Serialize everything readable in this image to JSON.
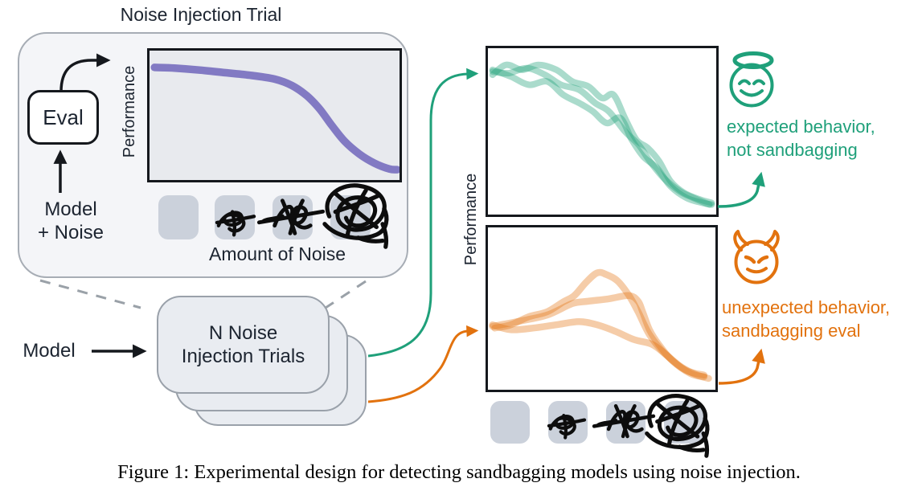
{
  "figure": {
    "caption": "Figure 1: Experimental design for detecting sandbagging models using noise injection."
  },
  "colors": {
    "green": "#1fa07a",
    "orange": "#e2720e",
    "purple": "#7c74c0",
    "ink": "#15181d",
    "text": "#1c2430",
    "panel_bg": "#f4f5f8",
    "panel_border": "#a7adb5",
    "card_bg": "#e9ecf1",
    "card_border": "#9aa1aa",
    "chart_bg": "#e8eaee",
    "noise_square": "#cbd1db",
    "dashed_gray": "#9aa1a8"
  },
  "left_panel": {
    "title": "Noise Injection Trial",
    "eval_label": "Eval",
    "input_label_line1": "Model",
    "input_label_line2": "+ Noise",
    "ylabel": "Performance",
    "xlabel": "Amount of Noise"
  },
  "stack": {
    "line1": "N Noise",
    "line2": "Injection Trials"
  },
  "model_label": "Model",
  "right_panels": {
    "ylabel": "Performance",
    "top": {
      "icon": "angel-face",
      "line1": "expected behavior,",
      "line2": "not sandbagging"
    },
    "bottom": {
      "icon": "devil-face",
      "line1": "unexpected behavior,",
      "line2": "sandbagging eval"
    }
  },
  "chart_data": [
    {
      "id": "noise-injection-trial-chart",
      "type": "line",
      "xlabel": "Amount of Noise",
      "ylabel": "Performance",
      "xlim": [
        0,
        1
      ],
      "ylim": [
        0,
        1
      ],
      "grid": false,
      "legend": false,
      "line_width": 9.5,
      "line_opacity": 0.95,
      "series": [
        {
          "name": "performance-vs-noise",
          "color": "purple",
          "points": [
            [
              0.02,
              0.87
            ],
            [
              0.1,
              0.865
            ],
            [
              0.2,
              0.85
            ],
            [
              0.3,
              0.83
            ],
            [
              0.4,
              0.81
            ],
            [
              0.5,
              0.78
            ],
            [
              0.57,
              0.73
            ],
            [
              0.63,
              0.65
            ],
            [
              0.68,
              0.55
            ],
            [
              0.73,
              0.42
            ],
            [
              0.78,
              0.3
            ],
            [
              0.84,
              0.2
            ],
            [
              0.9,
              0.13
            ],
            [
              0.96,
              0.085
            ],
            [
              0.99,
              0.08
            ]
          ]
        }
      ]
    },
    {
      "id": "expected-behavior-chart",
      "type": "line",
      "ylabel": "Performance",
      "xlim": [
        0,
        1
      ],
      "ylim": [
        0,
        1
      ],
      "grid": false,
      "legend": false,
      "line_width": 8,
      "line_opacity": 0.38,
      "series": [
        {
          "name": "trial-1",
          "color": "green",
          "points": [
            [
              0.02,
              0.84
            ],
            [
              0.08,
              0.9
            ],
            [
              0.15,
              0.87
            ],
            [
              0.22,
              0.9
            ],
            [
              0.3,
              0.87
            ],
            [
              0.37,
              0.8
            ],
            [
              0.44,
              0.77
            ],
            [
              0.5,
              0.7
            ],
            [
              0.55,
              0.72
            ],
            [
              0.6,
              0.58
            ],
            [
              0.65,
              0.45
            ],
            [
              0.7,
              0.4
            ],
            [
              0.75,
              0.32
            ],
            [
              0.8,
              0.2
            ],
            [
              0.86,
              0.13
            ],
            [
              0.93,
              0.09
            ],
            [
              0.98,
              0.07
            ]
          ]
        },
        {
          "name": "trial-2",
          "color": "green",
          "points": [
            [
              0.02,
              0.87
            ],
            [
              0.1,
              0.83
            ],
            [
              0.18,
              0.78
            ],
            [
              0.26,
              0.8
            ],
            [
              0.33,
              0.72
            ],
            [
              0.4,
              0.67
            ],
            [
              0.46,
              0.62
            ],
            [
              0.52,
              0.55
            ],
            [
              0.58,
              0.58
            ],
            [
              0.63,
              0.45
            ],
            [
              0.68,
              0.35
            ],
            [
              0.74,
              0.28
            ],
            [
              0.8,
              0.17
            ],
            [
              0.87,
              0.1
            ],
            [
              0.94,
              0.07
            ],
            [
              0.98,
              0.06
            ]
          ]
        },
        {
          "name": "trial-3",
          "color": "green",
          "points": [
            [
              0.02,
              0.86
            ],
            [
              0.09,
              0.85
            ],
            [
              0.17,
              0.88
            ],
            [
              0.25,
              0.84
            ],
            [
              0.32,
              0.78
            ],
            [
              0.4,
              0.75
            ],
            [
              0.47,
              0.67
            ],
            [
              0.53,
              0.62
            ],
            [
              0.6,
              0.5
            ],
            [
              0.66,
              0.42
            ],
            [
              0.71,
              0.32
            ],
            [
              0.77,
              0.22
            ],
            [
              0.84,
              0.14
            ],
            [
              0.9,
              0.1
            ],
            [
              0.97,
              0.06
            ]
          ]
        }
      ]
    },
    {
      "id": "sandbagging-chart",
      "type": "line",
      "ylabel": "Performance",
      "xlim": [
        0,
        1
      ],
      "ylim": [
        0,
        1
      ],
      "grid": false,
      "legend": false,
      "line_width": 8.5,
      "line_opacity": 0.36,
      "series": [
        {
          "name": "trial-1",
          "color": "orange",
          "points": [
            [
              0.03,
              0.38
            ],
            [
              0.1,
              0.4
            ],
            [
              0.18,
              0.45
            ],
            [
              0.26,
              0.48
            ],
            [
              0.33,
              0.54
            ],
            [
              0.38,
              0.58
            ],
            [
              0.43,
              0.66
            ],
            [
              0.48,
              0.72
            ],
            [
              0.52,
              0.71
            ],
            [
              0.57,
              0.67
            ],
            [
              0.62,
              0.58
            ],
            [
              0.66,
              0.48
            ],
            [
              0.71,
              0.34
            ],
            [
              0.78,
              0.22
            ],
            [
              0.87,
              0.12
            ],
            [
              0.95,
              0.09
            ]
          ]
        },
        {
          "name": "trial-2",
          "color": "orange",
          "points": [
            [
              0.02,
              0.39
            ],
            [
              0.13,
              0.42
            ],
            [
              0.26,
              0.46
            ],
            [
              0.37,
              0.53
            ],
            [
              0.44,
              0.545
            ],
            [
              0.53,
              0.56
            ],
            [
              0.62,
              0.58
            ],
            [
              0.66,
              0.545
            ],
            [
              0.68,
              0.48
            ],
            [
              0.71,
              0.37
            ],
            [
              0.75,
              0.28
            ],
            [
              0.81,
              0.18
            ],
            [
              0.89,
              0.1
            ],
            [
              0.95,
              0.08
            ]
          ]
        },
        {
          "name": "trial-3",
          "color": "orange",
          "points": [
            [
              0.02,
              0.4
            ],
            [
              0.1,
              0.37
            ],
            [
              0.2,
              0.38
            ],
            [
              0.3,
              0.4
            ],
            [
              0.4,
              0.42
            ],
            [
              0.48,
              0.4
            ],
            [
              0.56,
              0.36
            ],
            [
              0.64,
              0.31
            ],
            [
              0.72,
              0.28
            ],
            [
              0.78,
              0.22
            ],
            [
              0.85,
              0.14
            ],
            [
              0.92,
              0.09
            ],
            [
              0.97,
              0.07
            ]
          ]
        }
      ]
    }
  ]
}
